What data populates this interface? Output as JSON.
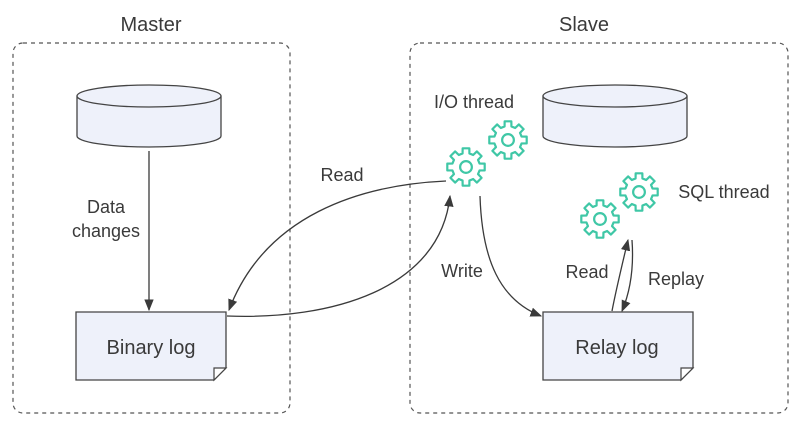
{
  "colors": {
    "gear": "#3fc7a6",
    "line": "#3a3a3a",
    "fill": "#eef1fa"
  },
  "master": {
    "title": "Master",
    "data_changes_line1": "Data",
    "data_changes_line2": "changes",
    "binary_log": "Binary log"
  },
  "slave": {
    "title": "Slave",
    "io_thread": "I/O thread",
    "sql_thread": "SQL thread",
    "relay_log": "Relay log"
  },
  "edges": {
    "read_master": "Read",
    "write": "Write",
    "read_slave": "Read",
    "replay": "Replay"
  },
  "icons": [
    "database-icon",
    "gear-icon",
    "document-icon"
  ]
}
